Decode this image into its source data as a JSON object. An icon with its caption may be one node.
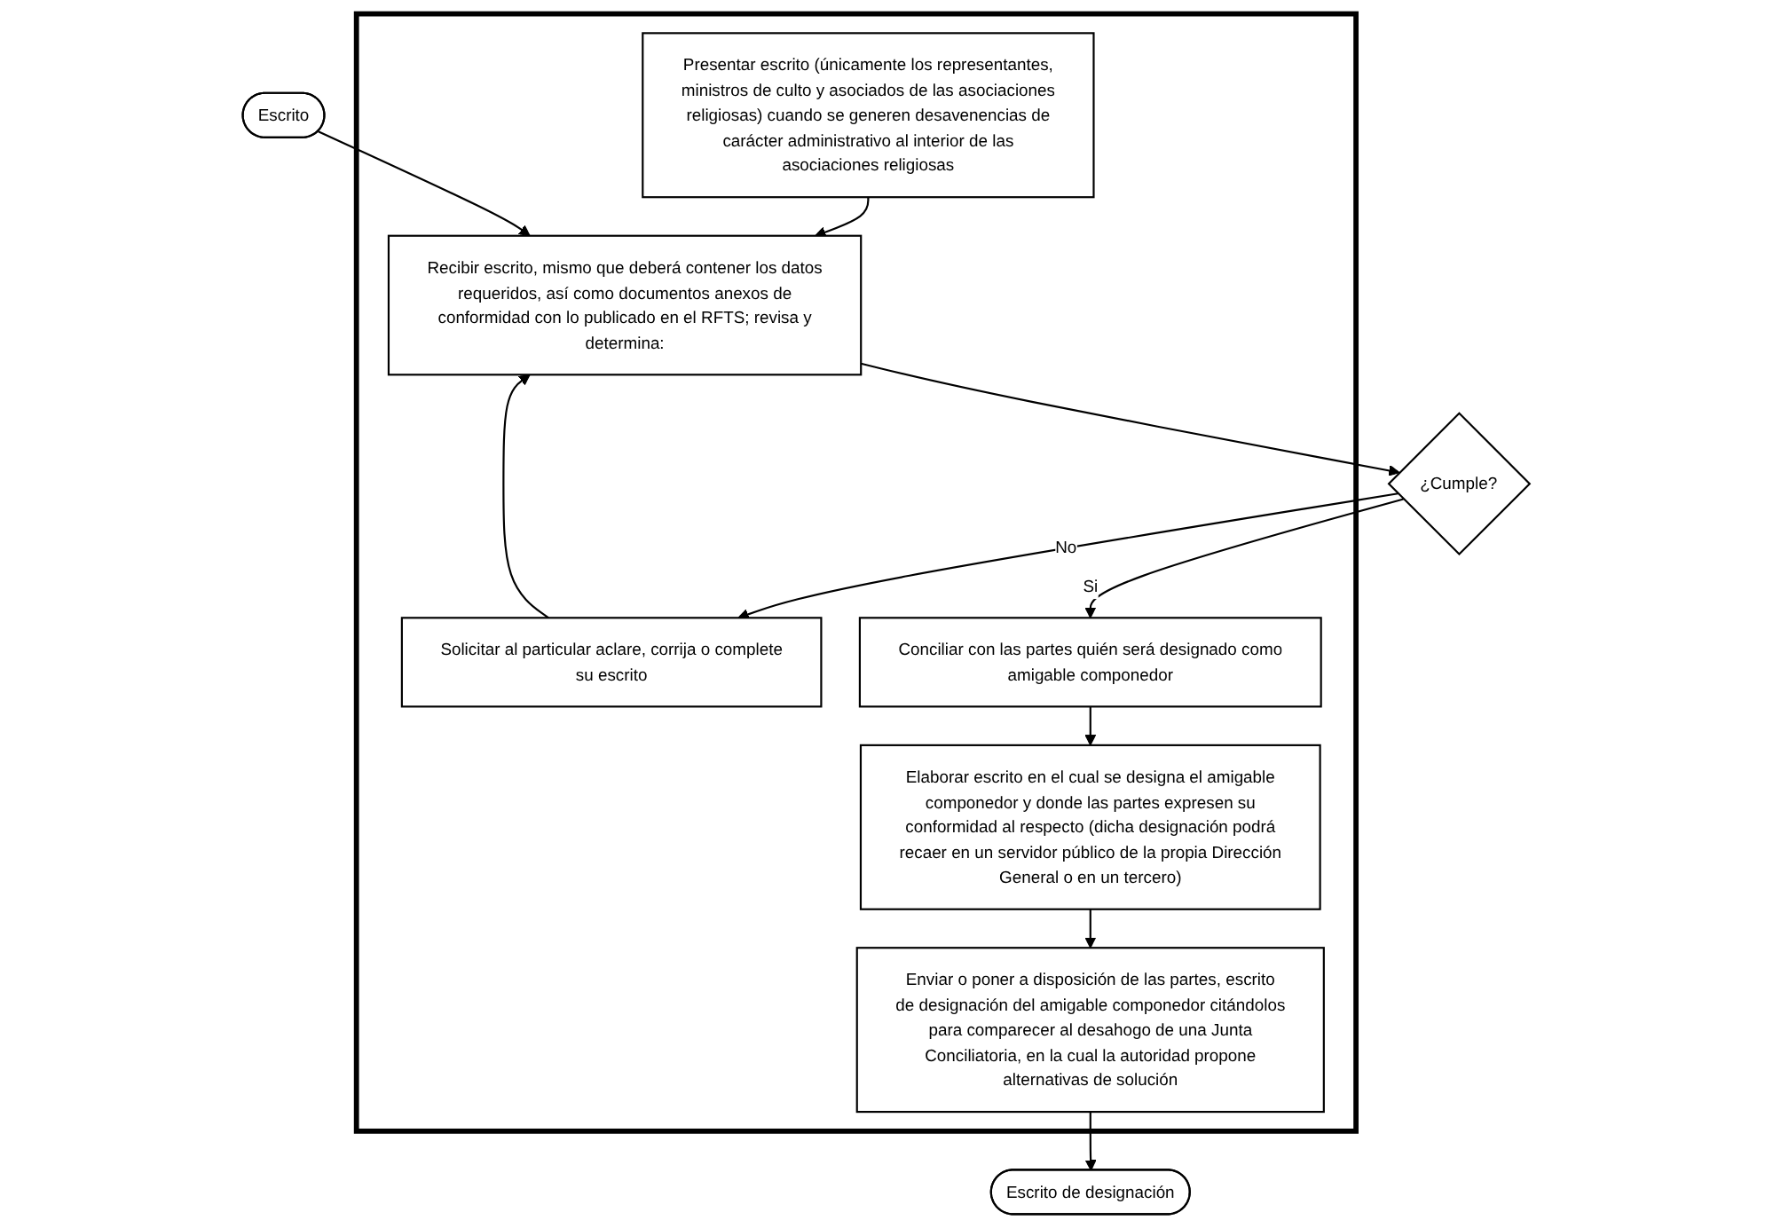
{
  "diagram": {
    "nodes": [
      {
        "text": [],
        "shape": "box"
      },
      {
        "text": [
          "Presentar escrito (únicamente los representantes, ministros de culto y asociados de las asociaciones religiosas) cuando se generen desavenencias de carácter administrativo al interior de las asociaciones religiosas"
        ],
        "in": 0
      },
      {
        "text": [
          "Escrito"
        ]
      },
      {
        "text": [
          "Recibir escrito, mismo que deberá contener los datos requeridos, así como documentos anexos de conformidad con lo publicado en el RFTS; revisa y determina:"
        ],
        "in": 0
      },
      {
        "text": [
          "¿Cumple?"
        ]
      },
      {
        "text": [
          "Solicitar al particular aclare, corrija o complete su escrito"
        ],
        "in": 0
      },
      {
        "text": [
          "Conciliar con las partes quién será designado como amigable componedor"
        ],
        "in": 0
      },
      {
        "text": [
          "Elaborar escrito en el cual se designa el amigable componedor y donde las partes expresen su conformidad al respecto (dicha designación podrá recaer en un servidor público de la propia Dirección General o en un tercero)"
        ],
        "in": 0
      },
      {
        "text": [
          "Enviar o poner a disposición de las partes, escrito de designación del amigable componedor citándolos para comparecer al desahogo de una Junta Conciliatoria, en la cual la autoridad propone alternativas de solución"
        ],
        "in": 0
      },
      {
        "text": [
          "Escrito de designación"
        ]
      }
    ],
    "edges": [
      {
        "from": 1,
        "to": 3,
        "arrow": "to"
      },
      {
        "from": 2,
        "to": 3,
        "arrow": "to"
      },
      {
        "from": 3,
        "to": 4,
        "arrow": "to"
      },
      {
        "from": 4,
        "to": 5,
        "arrow": "to",
        "label": "No"
      },
      {
        "from": 5,
        "to": 3,
        "arrow": "to"
      },
      {
        "from": 4,
        "to": 6,
        "arrow": "to",
        "label": "Si"
      },
      {
        "from": 6,
        "to": 7,
        "arrow": "to"
      },
      {
        "from": 7,
        "to": 8,
        "arrow": "to"
      },
      {
        "from": 8,
        "to": 9,
        "arrow": "to"
      }
    ]
  }
}
